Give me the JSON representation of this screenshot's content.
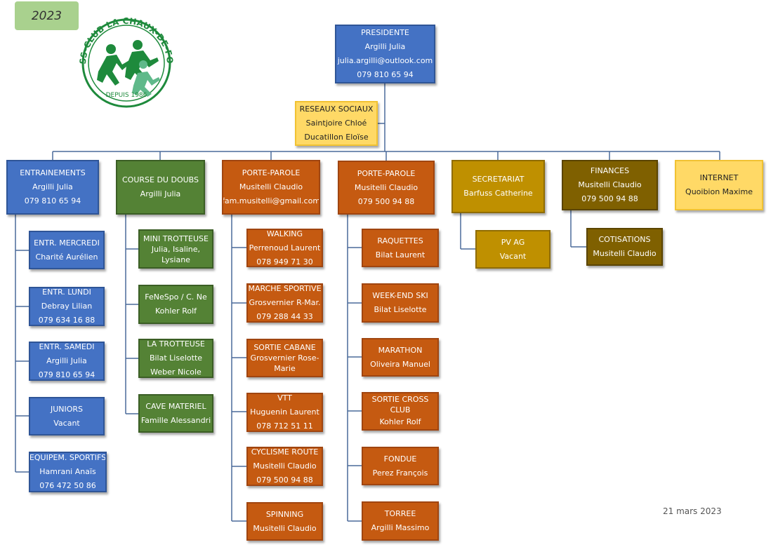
{
  "year_badge": "2023",
  "logo": {
    "arc_text": "CROSS-CLUB LA CHAUX-DE-FONDS",
    "since": "DEPUIS 1986",
    "icon": "runners-logo-icon",
    "colors": {
      "dark": "#1e8a3c",
      "light": "#5fb98a"
    }
  },
  "date": "21 mars 2023",
  "president": {
    "title": "PRESIDENTE",
    "name": "Argilli Julia",
    "email": "julia.argilli@outlook.com",
    "phone": "079 810 65 94"
  },
  "social": {
    "title": "RESEAUX SOCIAUX",
    "names": [
      "Saintjoire Chloé",
      "Ducatillon Eloïse"
    ]
  },
  "entrainements": {
    "head": {
      "title": "ENTRAINEMENTS",
      "name": "Argilli Julia",
      "phone": "079 810 65 94"
    },
    "children": [
      {
        "title": "ENTR. MERCREDI",
        "lines": [
          "Charité Aurélien"
        ]
      },
      {
        "title": "ENTR.  LUNDI",
        "lines": [
          "Debray Lilian",
          "079 634 16 88"
        ]
      },
      {
        "title": "ENTR. SAMEDI",
        "lines": [
          "Argilli Julia",
          "079 810 65 94"
        ]
      },
      {
        "title": "JUNIORS",
        "lines": [
          "Vacant"
        ]
      },
      {
        "title": "EQUIPEM. SPORTIFS",
        "lines": [
          "Hamrani Anaïs",
          "076 472 50 86"
        ]
      }
    ]
  },
  "doubs": {
    "head": {
      "title": "COURSE DU DOUBS",
      "name": "Argilli Julia"
    },
    "children": [
      {
        "title": "MINI TROTTEUSE",
        "lines": [
          "Julia, Isaline, Lysiane"
        ]
      },
      {
        "title": "FeNeSpo / C. Ne",
        "lines": [
          "Kohler Rolf"
        ]
      },
      {
        "title": "LA TROTTEUSE",
        "lines": [
          "Bilat Liselotte",
          "Weber Nicole"
        ]
      },
      {
        "title": "CAVE MATERIEL",
        "lines": [
          "Famille Alessandri"
        ]
      }
    ]
  },
  "porte1": {
    "head": {
      "title": "PORTE-PAROLE",
      "name": "Musitelli Claudio",
      "email": "fam.musitelli@gmail.com"
    },
    "children": [
      {
        "title": "WALKING",
        "lines": [
          "Perrenoud Laurent",
          "078 949 71 30"
        ]
      },
      {
        "title": "MARCHE SPORTIVE",
        "lines": [
          "Grosvernier R-Mar.",
          "079 288 44 33"
        ]
      },
      {
        "title": "SORTIE CABANE",
        "lines": [
          "Grosvernier Rose-Marie"
        ]
      },
      {
        "title": "VTT",
        "lines": [
          "Huguenin Laurent",
          "078 712 51 11"
        ]
      },
      {
        "title": "CYCLISME ROUTE",
        "lines": [
          "Musitelli Claudio",
          "079 500 94 88"
        ]
      },
      {
        "title": "SPINNING",
        "lines": [
          "Musitelli Claudio"
        ]
      }
    ]
  },
  "porte2": {
    "head": {
      "title": "PORTE-PAROLE",
      "name": "Musitelli Claudio",
      "phone": "079 500 94 88"
    },
    "children": [
      {
        "title": "RAQUETTES",
        "lines": [
          "Bilat Laurent"
        ]
      },
      {
        "title": "WEEK-END SKI",
        "lines": [
          "Bilat Liselotte"
        ]
      },
      {
        "title": "MARATHON",
        "lines": [
          "Oliveira Manuel"
        ]
      },
      {
        "title": "SORTIE CROSS CLUB",
        "lines": [
          "Kohler Rolf"
        ]
      },
      {
        "title": "FONDUE",
        "lines": [
          "Perez François"
        ]
      },
      {
        "title": "TORREE",
        "lines": [
          "Argilli Massimo"
        ]
      }
    ]
  },
  "secretariat": {
    "head": {
      "title": "SECRETARIAT",
      "name": "Barfuss Catherine"
    },
    "children": [
      {
        "title": "PV AG",
        "lines": [
          "Vacant"
        ]
      }
    ]
  },
  "finances": {
    "head": {
      "title": "FINANCES",
      "name": "Musitelli Claudio",
      "phone": "079 500 94 88"
    },
    "children": [
      {
        "title": "COTISATIONS",
        "lines": [
          "Musitelli Claudio"
        ]
      }
    ]
  },
  "internet": {
    "title": "INTERNET",
    "name": "Quoibion Maxime"
  }
}
